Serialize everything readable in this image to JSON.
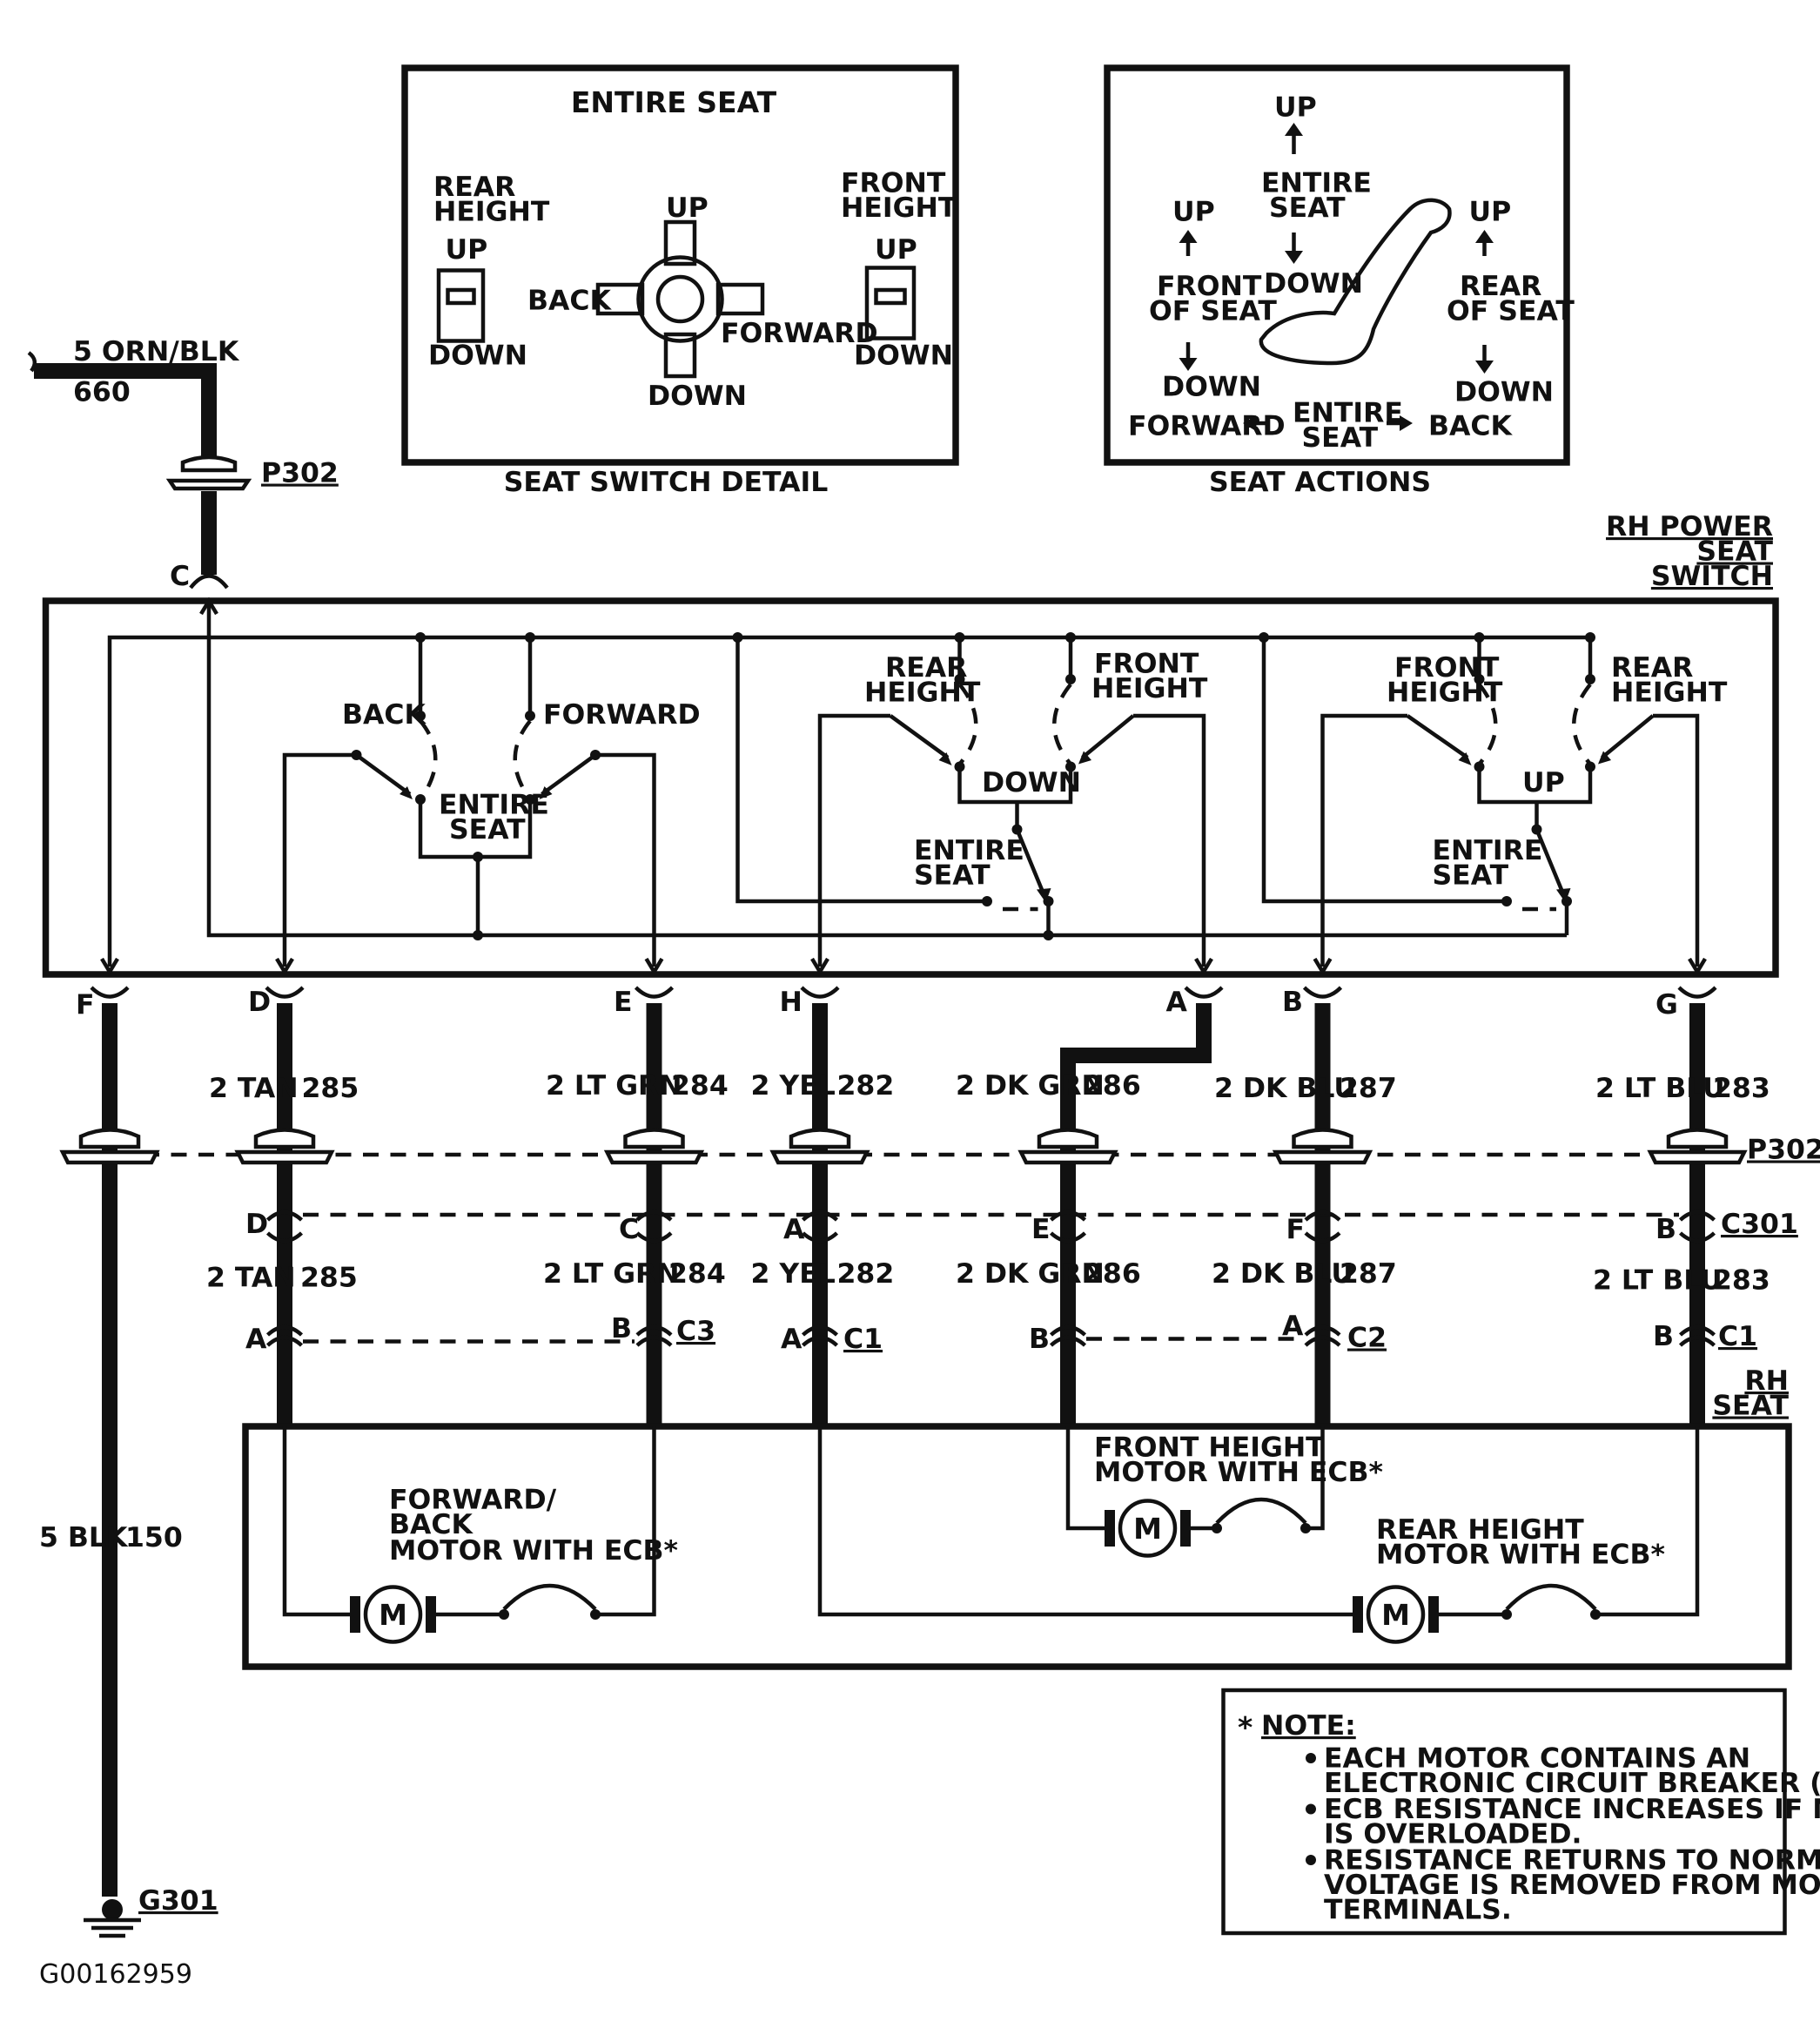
{
  "switch_detail": {
    "title": "ENTIRE SEAT",
    "rear_height_1": "REAR",
    "rear_height_2": "HEIGHT",
    "front_height_1": "FRONT",
    "front_height_2": "HEIGHT",
    "up": "UP",
    "down": "DOWN",
    "back": "BACK",
    "forward": "FORWARD",
    "caption": "SEAT SWITCH DETAIL"
  },
  "seat_actions": {
    "up": "UP",
    "down": "DOWN",
    "entire": "ENTIRE",
    "seat": "SEAT",
    "front": "FRONT",
    "rear": "REAR",
    "of_seat": "OF SEAT",
    "forward": "FORWARD",
    "back": "BACK",
    "caption": "SEAT ACTIONS"
  },
  "feed": {
    "wire": "5 ORN/BLK",
    "circuit": "660",
    "connector": "P302",
    "pin": "C"
  },
  "switch": {
    "title_1": "RH POWER",
    "title_2": "SEAT",
    "title_3": "SWITCH",
    "back": "BACK",
    "forward": "FORWARD",
    "entire": "ENTIRE",
    "seat": "SEAT",
    "rear": "REAR",
    "front": "FRONT",
    "height": "HEIGHT",
    "down": "DOWN",
    "up": "UP"
  },
  "pins": [
    "F",
    "D",
    "E",
    "H",
    "A",
    "B",
    "G"
  ],
  "wires_top": [
    {
      "color": "2 TAN",
      "circuit": "285"
    },
    {
      "color": "2 LT GRN",
      "circuit": "284"
    },
    {
      "color": "2 YEL",
      "circuit": "282"
    },
    {
      "color": "2 DK GRN",
      "circuit": "286"
    },
    {
      "color": "2 DK BLU",
      "circuit": "287"
    },
    {
      "color": "2 LT BLU",
      "circuit": "283"
    }
  ],
  "p302": "P302",
  "c301": {
    "label": "C301",
    "pins": [
      "D",
      "C",
      "A",
      "E",
      "F",
      "B"
    ]
  },
  "motor_conn": {
    "pins": [
      "A",
      "B",
      "A",
      "B",
      "A",
      "B"
    ],
    "c3": "C3",
    "c1": "C1",
    "c2": "C2"
  },
  "ground": {
    "wire": "5 BLK",
    "circuit": "150",
    "label": "G301"
  },
  "seat": {
    "title_1": "RH",
    "title_2": "SEAT"
  },
  "motors": {
    "fb_1": "FORWARD/",
    "fb_2": "BACK",
    "fb_3": "MOTOR WITH ECB*",
    "fh_1": "FRONT HEIGHT",
    "fh_2": "MOTOR WITH ECB*",
    "rh_1": "REAR HEIGHT",
    "rh_2": "MOTOR WITH ECB*",
    "m": "M"
  },
  "note": {
    "star": "*",
    "title": "NOTE:",
    "l1": "EACH MOTOR CONTAINS AN",
    "l2": "ELECTRONIC CIRCUIT BREAKER (ECB).",
    "l3": "ECB RESISTANCE INCREASES IF  MOTOR",
    "l4": "IS OVERLOADED.",
    "l5": "RESISTANCE RETURNS TO NORMAL AFTER",
    "l6": "VOLTAGE IS REMOVED FROM  MOTOR",
    "l7": "TERMINALS."
  },
  "figure_id": "G00162959"
}
